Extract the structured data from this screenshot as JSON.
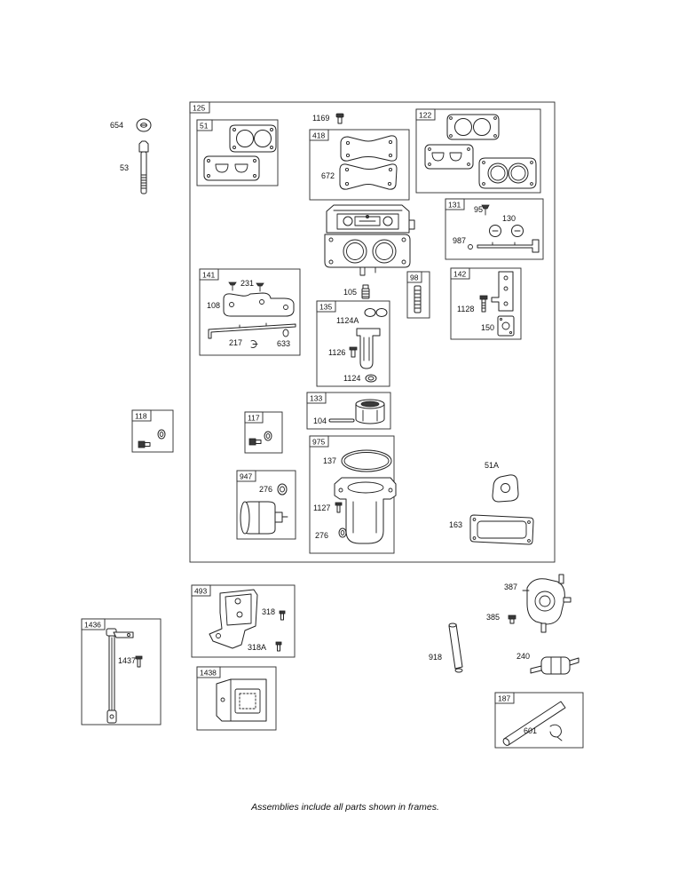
{
  "caption": "Assemblies include all parts shown in frames.",
  "frames": {
    "f125": "125",
    "f51": "51",
    "f418": "418",
    "f122": "122",
    "f131": "131",
    "f141": "141",
    "f98": "98",
    "f142": "142",
    "f135": "135",
    "f133": "133",
    "f117": "117",
    "f118": "118",
    "f975": "975",
    "f947": "947",
    "f493": "493",
    "f1436": "1436",
    "f1438": "1438",
    "f187": "187"
  },
  "callouts": {
    "c654": "654",
    "c53": "53",
    "c1169": "1169",
    "c672": "672",
    "c95": "95",
    "c130": "130",
    "c987": "987",
    "c231": "231",
    "c108": "108",
    "c217": "217",
    "c633": "633",
    "c105": "105",
    "c1128": "1128",
    "c150": "150",
    "c1124A": "1124A",
    "c1126": "1126",
    "c1124": "1124",
    "c104": "104",
    "c137": "137",
    "c1127": "1127",
    "c276a": "276",
    "c276b": "276",
    "c51A": "51A",
    "c163": "163",
    "c318": "318",
    "c318A": "318A",
    "c1437": "1437",
    "c387": "387",
    "c385": "385",
    "c918": "918",
    "c240": "240",
    "c601": "601"
  }
}
